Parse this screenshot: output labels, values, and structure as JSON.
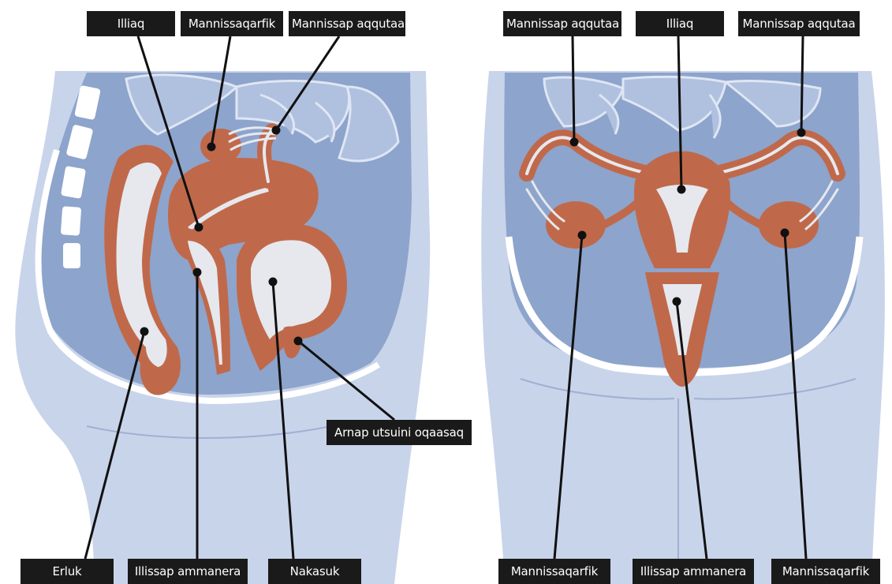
{
  "colors": {
    "body_light": "#c8d4ea",
    "cavity_blue": "#8da4cc",
    "intestine_light": "#b0c0df",
    "organ_rust": "#c0694a",
    "organ_lining": "#e6e8ee",
    "label_bg": "#1a1a1a",
    "label_text": "#ffffff",
    "leader_line": "#111111"
  },
  "side_view": {
    "labels": {
      "illiaq": "Illiaq",
      "mannissaqarfik": "Mannissaqarfik",
      "mannissap_aqqutaa": "Mannissap aqqutaa",
      "arnap_utsuini_oqaasaq": "Arnap utsuini oqaasaq",
      "erluk": "Erluk",
      "illissap_ammanera": "Illissap ammanera",
      "nakasuk": "Nakasuk"
    }
  },
  "front_view": {
    "labels": {
      "mannissap_aqqutaa_left": "Mannissap aqqutaa",
      "illiaq": "Illiaq",
      "mannissap_aqqutaa_right": "Mannissap aqqutaa",
      "mannissaqarfik_left": "Mannissaqarfik",
      "illissap_ammanera": "Illissap ammanera",
      "mannissaqarfik_right": "Mannissaqarfik"
    }
  }
}
